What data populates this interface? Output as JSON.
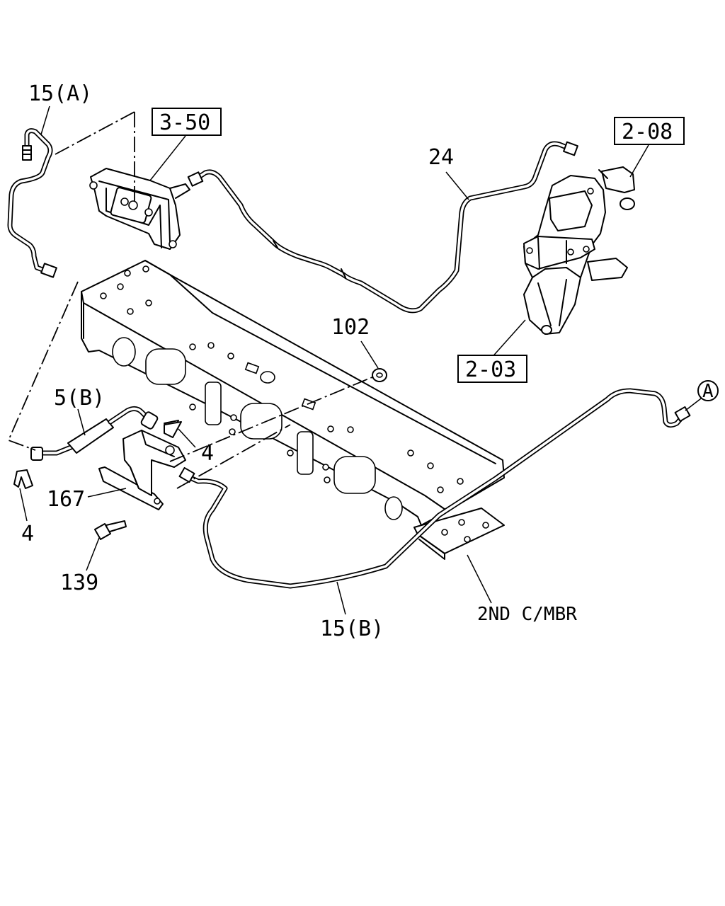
{
  "labels": {
    "pipe_15a": "15(A)",
    "ref_3_50": "3-50",
    "pipe_24": "24",
    "ref_2_08": "2-08",
    "nut_102": "102",
    "ref_2_03": "2-03",
    "hose_5b": "5(B)",
    "clip_4_upper": "4",
    "bracket_167": "167",
    "clip_4_lower": "4",
    "bolt_139": "139",
    "pipe_15b": "15(B)",
    "crossmember": "2ND C/MBR",
    "connector_a": "A"
  }
}
